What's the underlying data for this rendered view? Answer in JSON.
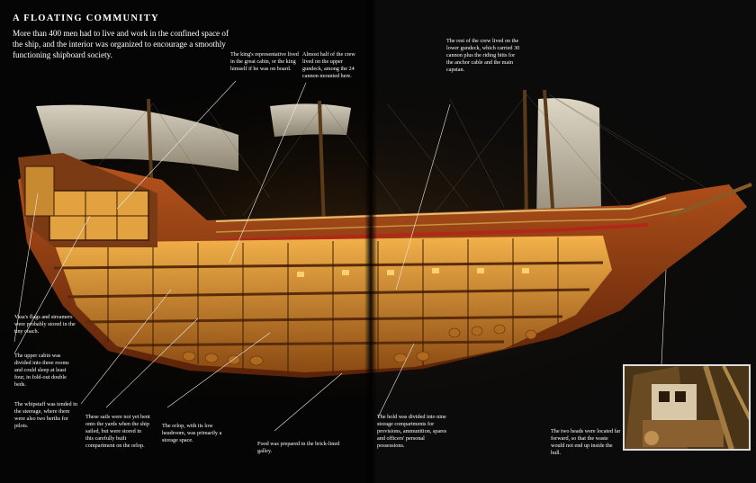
{
  "header": {
    "title": "A FLOATING COMMUNITY",
    "intro": "More than 400 men had to live and work in the confined space of the ship, and the interior was organized to encourage a smoothly functioning shipboard society."
  },
  "captions": {
    "kings_rep": "The king's representative lived in the great cabin, or the king himself if he was on board.",
    "upper_gundeck": "Almost half of the crew lived on the upper gundeck, among the 24 cannon mounted here.",
    "lower_gundeck": "The rest of the crew lived on the lower gundeck, which carried 30 cannon plus the riding bitts for the anchor cable and the main capstan.",
    "flags": "Vasa's flags and streamers were probably stored in the tiny coach.",
    "upper_cabin": "The upper cabin was divided into three rooms and could sleep at least four, in fold-out double beds.",
    "whipstaff": "The whipstaff was tended in the steerage, where there were also two berths for pilots.",
    "sails": "These sails were not yet bent onto the yards when the ship sailed, but were stored in this carefully built compartment on the orlop.",
    "orlop": "The orlop, with its low headroom, was primarily a storage space.",
    "galley": "Food was prepared in the brick-lined galley.",
    "hold": "The hold was divided into nine storage compartments for provisions, ammunition, spares and officers' personal possessions.",
    "heads": "The two heads were located far forward, so that the waste would not end up inside the hull."
  },
  "colors": {
    "background": "#050505",
    "text": "#ffffff",
    "hull": "#8a3a12",
    "deck_light": "#f0a030",
    "sail": "#d9d2c0"
  }
}
